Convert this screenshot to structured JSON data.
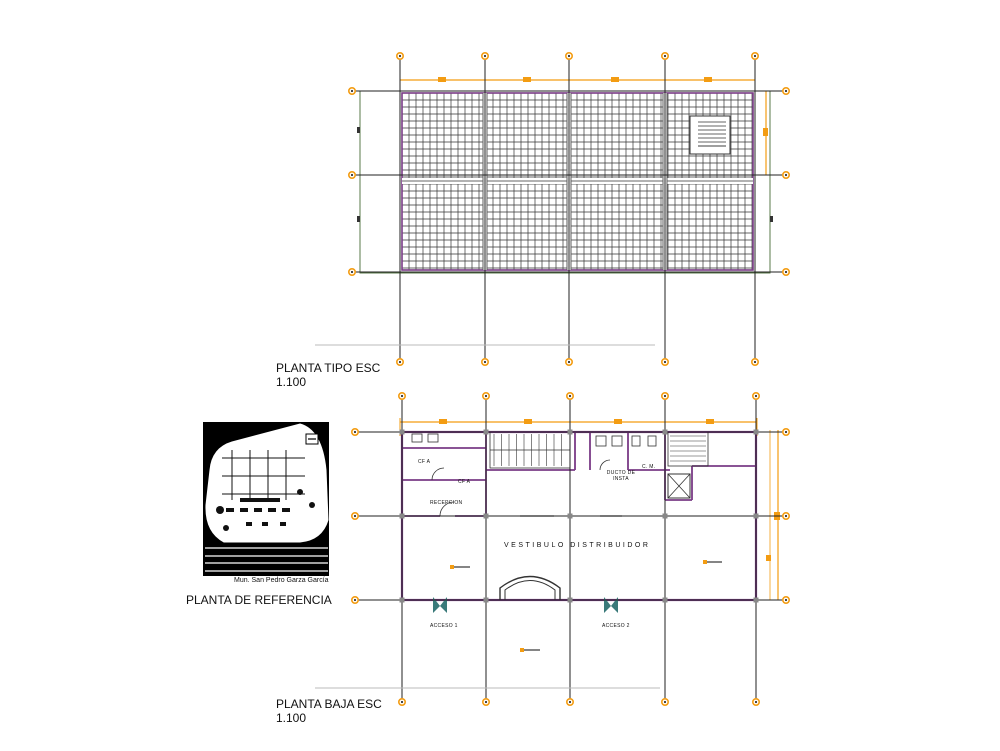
{
  "plans": {
    "upper": {
      "title": "PLANTA TIPO ESC",
      "scale": "1.100"
    },
    "ground": {
      "title": "PLANTA BAJA ESC",
      "scale": "1.100"
    },
    "reference": {
      "title": "PLANTA DE REFERENCIA",
      "caption": "Mun. San Pedro Garza García"
    }
  },
  "rooms": {
    "vestibulo": "VESTIBULO  DISTRIBUIDOR",
    "recepcion": "RECEPCION",
    "acceso_1": "ACCESO 1",
    "acceso_2": "ACCESO 2",
    "cf_a": "CF A",
    "cf_a2": "CF A",
    "ducto": "DUCTO DE INSTA",
    "cm": "C. M."
  },
  "colors": {
    "background": "#ffffff",
    "walls": "#7a3b86",
    "axis": "#222222",
    "dimension": "#f39c12",
    "slab": "#5a7a4a",
    "grid_cell": "#333333"
  },
  "icons": [
    "axis-marker-icon",
    "door-swing-icon",
    "stair-icon",
    "north-arrow-icon"
  ]
}
